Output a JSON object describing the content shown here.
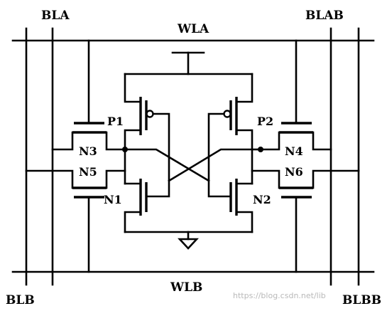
{
  "lines": {
    "bla": "BLA",
    "blab": "BLAB",
    "wla": "WLA",
    "blb": "BLB",
    "blbb": "BLBB",
    "wlb": "WLB"
  },
  "transistors": {
    "p1": "P1",
    "p2": "P2",
    "n1": "N1",
    "n2": "N2",
    "n3": "N3",
    "n4": "N4",
    "n5": "N5",
    "n6": "N6"
  },
  "watermark": "https://blog.csdn.net/lib"
}
